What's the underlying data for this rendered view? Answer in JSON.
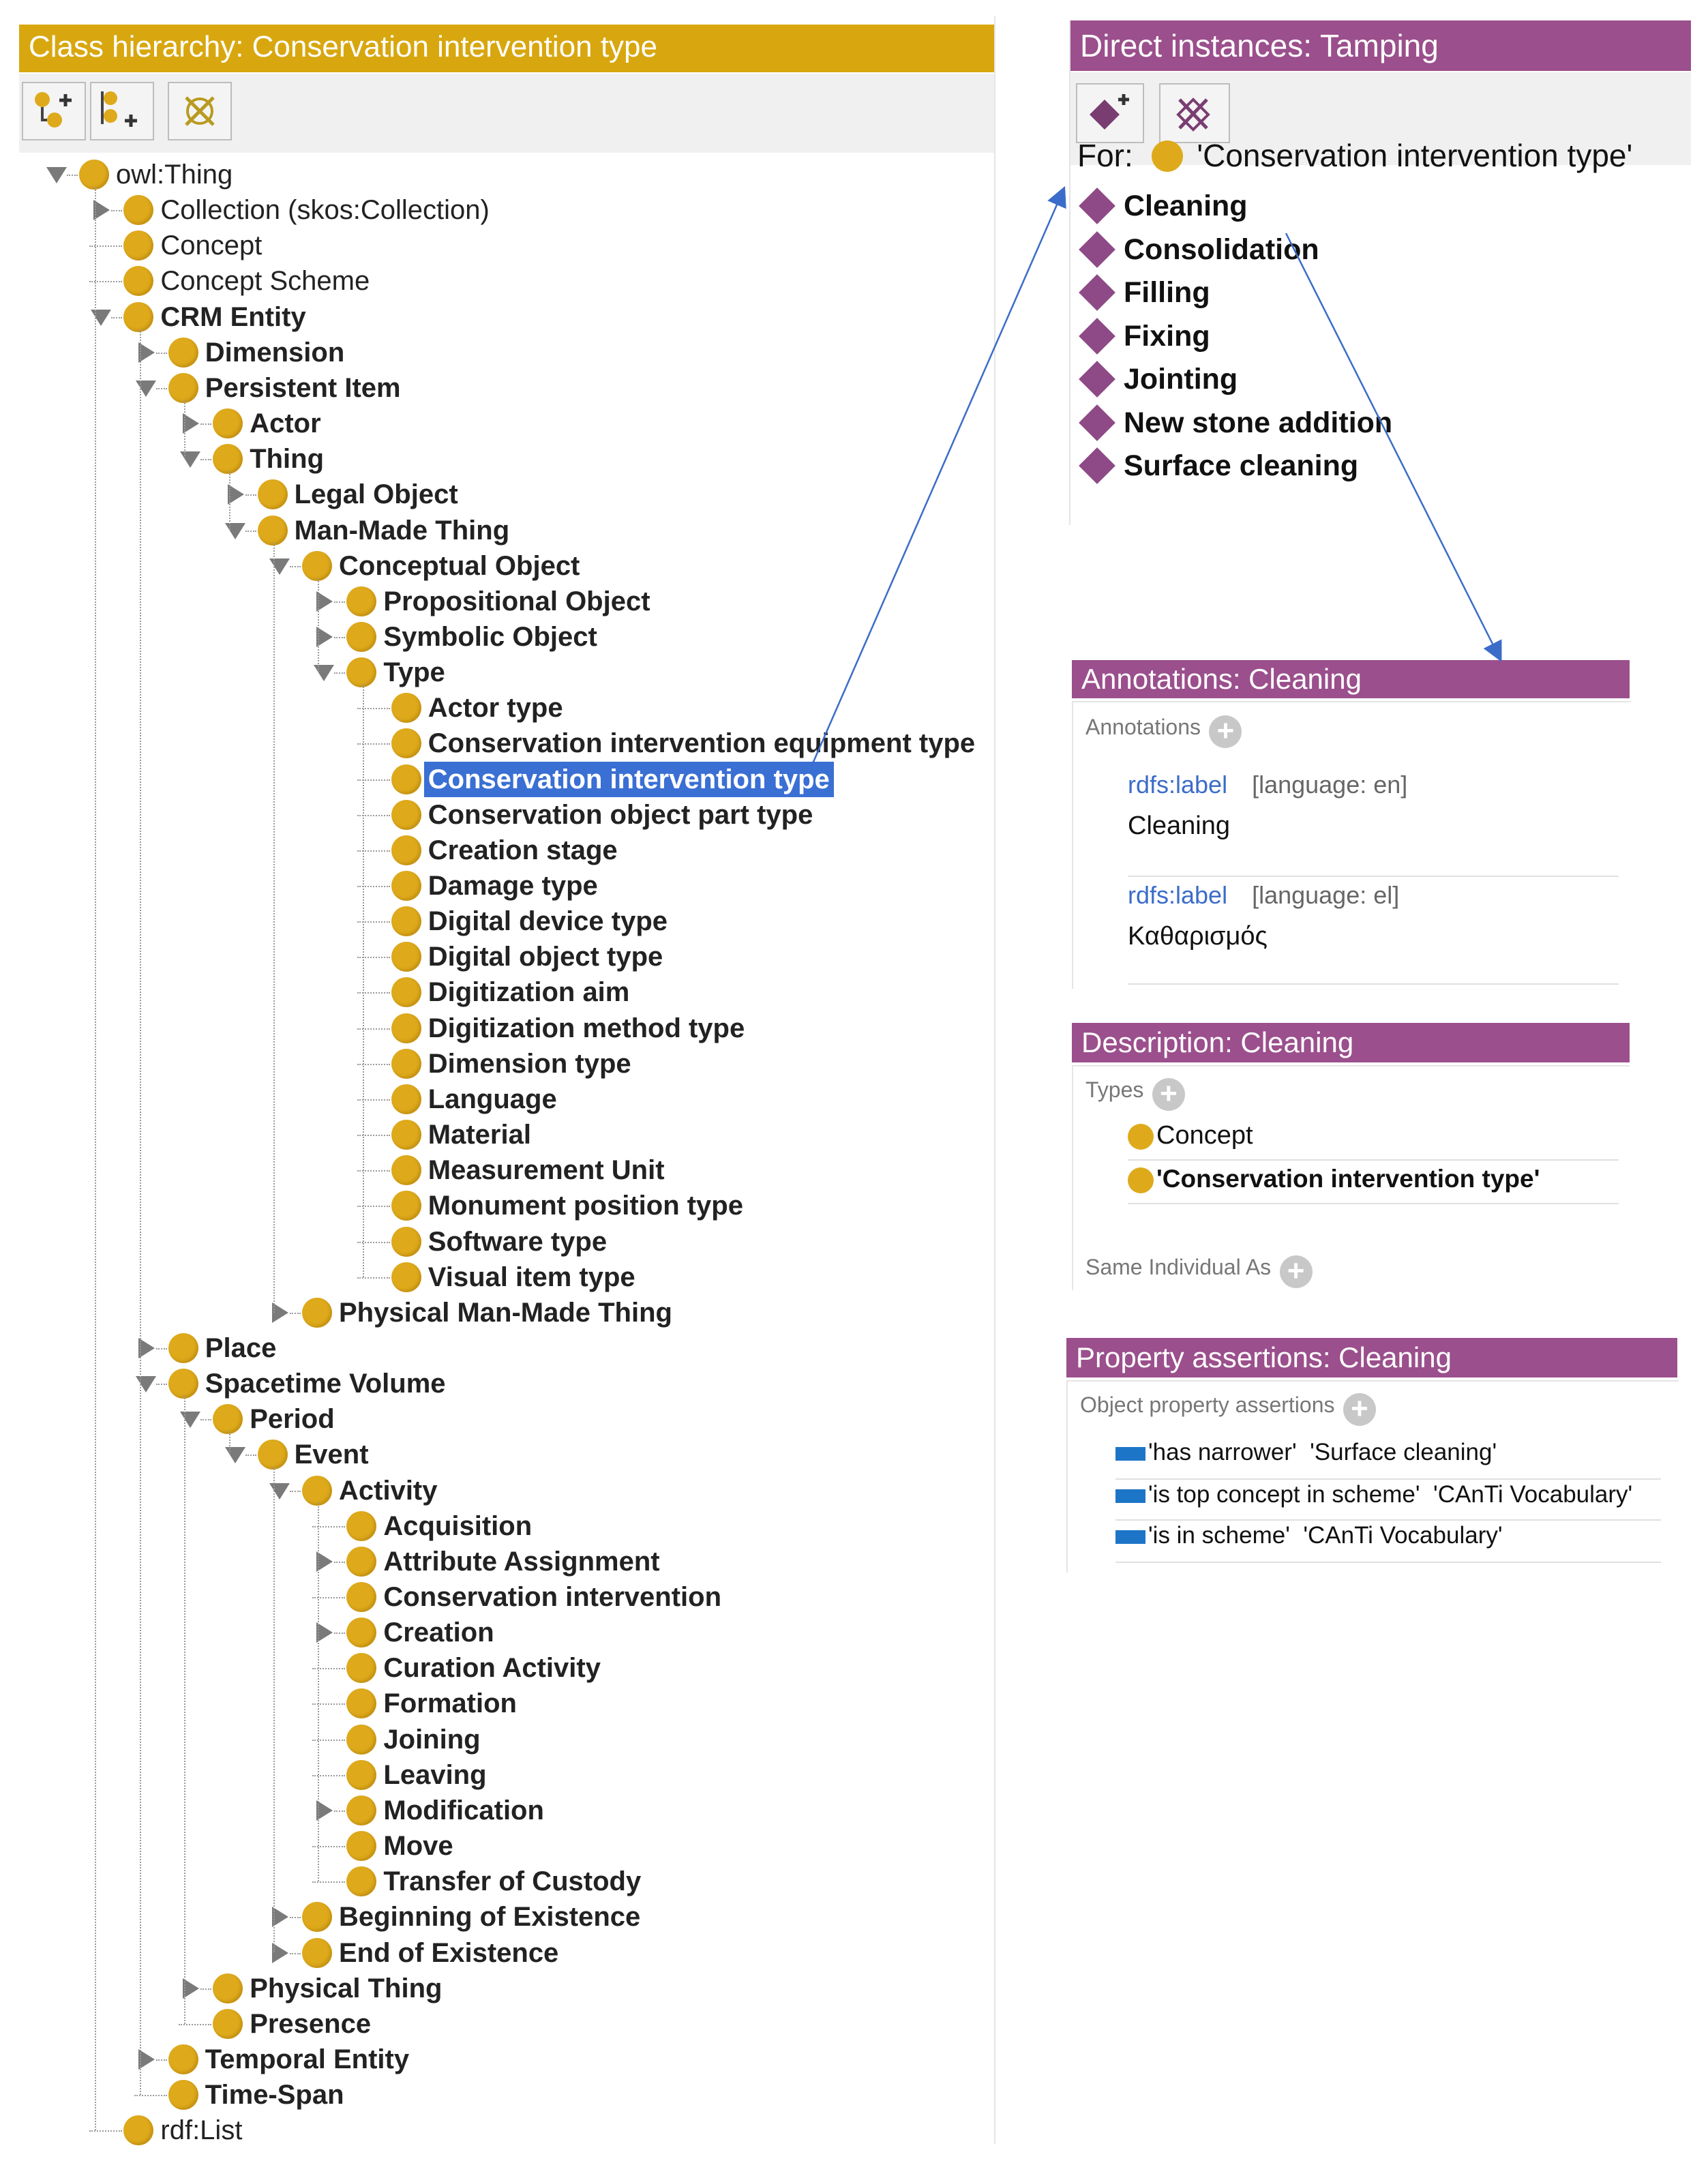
{
  "class_hierarchy": {
    "title": "Class hierarchy: Conservation intervention type",
    "tree": [
      {
        "label": "owl:Thing",
        "level": 0,
        "toggle": "open",
        "style": "plain"
      },
      {
        "label": "Collection (skos:Collection)",
        "level": 1,
        "toggle": "closed",
        "style": "plain"
      },
      {
        "label": "Concept",
        "level": 1,
        "toggle": "none",
        "style": "plain"
      },
      {
        "label": "Concept Scheme",
        "level": 1,
        "toggle": "none",
        "style": "plain"
      },
      {
        "label": "CRM Entity",
        "level": 1,
        "toggle": "open",
        "style": "bold"
      },
      {
        "label": "Dimension",
        "level": 2,
        "toggle": "closed",
        "style": "bold"
      },
      {
        "label": "Persistent Item",
        "level": 2,
        "toggle": "open",
        "style": "bold"
      },
      {
        "label": "Actor",
        "level": 3,
        "toggle": "closed",
        "style": "bold"
      },
      {
        "label": "Thing",
        "level": 3,
        "toggle": "open",
        "style": "bold"
      },
      {
        "label": "Legal Object",
        "level": 4,
        "toggle": "closed",
        "style": "bold"
      },
      {
        "label": "Man-Made Thing",
        "level": 4,
        "toggle": "open",
        "style": "bold"
      },
      {
        "label": "Conceptual Object",
        "level": 5,
        "toggle": "open",
        "style": "bold"
      },
      {
        "label": "Propositional Object",
        "level": 6,
        "toggle": "closed",
        "style": "bold"
      },
      {
        "label": "Symbolic Object",
        "level": 6,
        "toggle": "closed",
        "style": "bold"
      },
      {
        "label": "Type",
        "level": 6,
        "toggle": "open",
        "style": "bold"
      },
      {
        "label": "Actor type",
        "level": 7,
        "toggle": "none",
        "style": "bold"
      },
      {
        "label": "Conservation intervention equipment type",
        "level": 7,
        "toggle": "none",
        "style": "bold"
      },
      {
        "label": "Conservation intervention type",
        "level": 7,
        "toggle": "none",
        "style": "sel"
      },
      {
        "label": "Conservation object part type",
        "level": 7,
        "toggle": "none",
        "style": "bold"
      },
      {
        "label": "Creation stage",
        "level": 7,
        "toggle": "none",
        "style": "bold"
      },
      {
        "label": "Damage type",
        "level": 7,
        "toggle": "none",
        "style": "bold"
      },
      {
        "label": "Digital device type",
        "level": 7,
        "toggle": "none",
        "style": "bold"
      },
      {
        "label": "Digital object type",
        "level": 7,
        "toggle": "none",
        "style": "bold"
      },
      {
        "label": "Digitization aim",
        "level": 7,
        "toggle": "none",
        "style": "bold"
      },
      {
        "label": "Digitization method type",
        "level": 7,
        "toggle": "none",
        "style": "bold"
      },
      {
        "label": "Dimension type",
        "level": 7,
        "toggle": "none",
        "style": "bold"
      },
      {
        "label": "Language",
        "level": 7,
        "toggle": "none",
        "style": "bold"
      },
      {
        "label": "Material",
        "level": 7,
        "toggle": "none",
        "style": "bold"
      },
      {
        "label": "Measurement Unit",
        "level": 7,
        "toggle": "none",
        "style": "bold"
      },
      {
        "label": "Monument position type",
        "level": 7,
        "toggle": "none",
        "style": "bold"
      },
      {
        "label": "Software type",
        "level": 7,
        "toggle": "none",
        "style": "bold"
      },
      {
        "label": "Visual item type",
        "level": 7,
        "toggle": "none",
        "style": "bold"
      },
      {
        "label": "Physical Man-Made Thing",
        "level": 5,
        "toggle": "closed",
        "style": "bold"
      },
      {
        "label": "Place",
        "level": 2,
        "toggle": "closed",
        "style": "bold"
      },
      {
        "label": "Spacetime Volume",
        "level": 2,
        "toggle": "open",
        "style": "bold"
      },
      {
        "label": "Period",
        "level": 3,
        "toggle": "open",
        "style": "bold"
      },
      {
        "label": "Event",
        "level": 4,
        "toggle": "open",
        "style": "bold"
      },
      {
        "label": "Activity",
        "level": 5,
        "toggle": "open",
        "style": "bold"
      },
      {
        "label": "Acquisition",
        "level": 6,
        "toggle": "none",
        "style": "bold"
      },
      {
        "label": "Attribute Assignment",
        "level": 6,
        "toggle": "closed",
        "style": "bold"
      },
      {
        "label": "Conservation intervention",
        "level": 6,
        "toggle": "none",
        "style": "bold"
      },
      {
        "label": "Creation",
        "level": 6,
        "toggle": "closed",
        "style": "bold"
      },
      {
        "label": "Curation Activity",
        "level": 6,
        "toggle": "none",
        "style": "bold"
      },
      {
        "label": "Formation",
        "level": 6,
        "toggle": "none",
        "style": "bold"
      },
      {
        "label": "Joining",
        "level": 6,
        "toggle": "none",
        "style": "bold"
      },
      {
        "label": "Leaving",
        "level": 6,
        "toggle": "none",
        "style": "bold"
      },
      {
        "label": "Modification",
        "level": 6,
        "toggle": "closed",
        "style": "bold"
      },
      {
        "label": "Move",
        "level": 6,
        "toggle": "none",
        "style": "bold"
      },
      {
        "label": "Transfer of Custody",
        "level": 6,
        "toggle": "none",
        "style": "bold"
      },
      {
        "label": "Beginning of Existence",
        "level": 5,
        "toggle": "closed",
        "style": "bold"
      },
      {
        "label": "End of Existence",
        "level": 5,
        "toggle": "closed",
        "style": "bold"
      },
      {
        "label": "Physical Thing",
        "level": 3,
        "toggle": "closed",
        "style": "bold"
      },
      {
        "label": "Presence",
        "level": 3,
        "toggle": "none",
        "style": "bold"
      },
      {
        "label": "Temporal Entity",
        "level": 2,
        "toggle": "closed",
        "style": "bold"
      },
      {
        "label": "Time-Span",
        "level": 2,
        "toggle": "none",
        "style": "bold"
      },
      {
        "label": "rdf:List",
        "level": 1,
        "toggle": "none",
        "style": "plain"
      }
    ]
  },
  "direct_instances": {
    "title": "Direct instances: Tamping",
    "for_label": "For:",
    "for_value": "'Conservation intervention type'",
    "items": [
      "Cleaning",
      "Consolidation",
      "Filling",
      "Fixing",
      "Jointing",
      "New stone addition",
      "Surface cleaning"
    ]
  },
  "annotations": {
    "title": "Annotations: Cleaning",
    "section_label": "Annotations",
    "entries": [
      {
        "property": "rdfs:label",
        "language": "[language: en]",
        "value": "Cleaning"
      },
      {
        "property": "rdfs:label",
        "language": "[language: el]",
        "value": "Καθαρισμός"
      }
    ]
  },
  "description": {
    "title": "Description: Cleaning",
    "types_label": "Types",
    "types": [
      "Concept",
      "'Conservation intervention type'"
    ],
    "same_individual_label": "Same Individual As"
  },
  "property_assertions": {
    "title": "Property assertions: Cleaning",
    "section_label": "Object property assertions",
    "items": [
      "'has narrower'  'Surface cleaning'",
      "'is top concept in scheme'  'CAnTi Vocabulary'",
      "'is in scheme'  'CAnTi Vocabulary'"
    ]
  },
  "colors": {
    "gold_header": "#d8a70f",
    "purple_header": "#9b4f8c",
    "class_dot": "#deaa1b",
    "instance_diamond": "#8e4a86",
    "selection": "#3a6fd4",
    "arrow": "#3b6cc9"
  },
  "icons": {
    "add_subclass": "add-subclass-icon",
    "add_sibling": "add-sibling-icon",
    "delete_class": "delete-icon",
    "add_individual": "add-individual-icon",
    "delete_individual": "delete-icon"
  }
}
